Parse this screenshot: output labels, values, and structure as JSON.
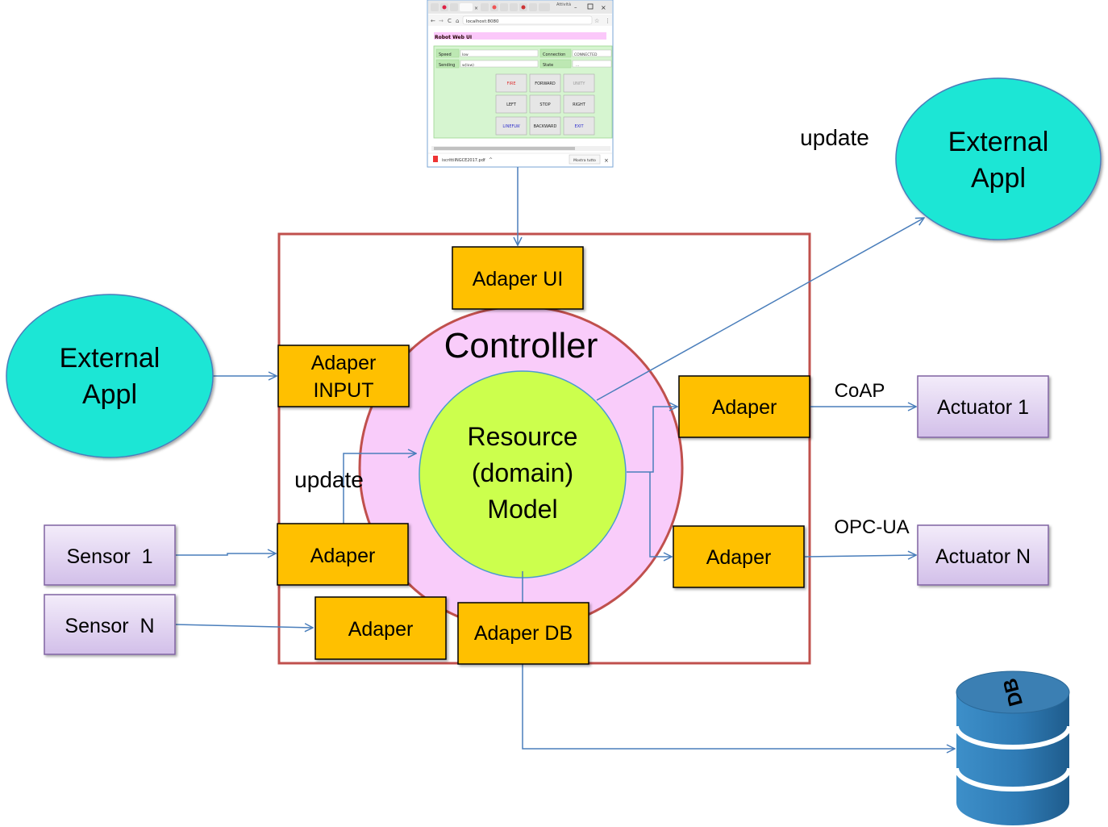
{
  "screenshot": {
    "title": "Robot Web UI",
    "url": "localhost:8080",
    "window_title": "Attività",
    "fields": {
      "speed_label": "Speed",
      "speed_value": "low",
      "connection_label": "Connection",
      "connection_value": "CONNECTED",
      "sending_label": "Sending",
      "sending_value": "w(low)",
      "state_label": "State",
      "state_value": "..."
    },
    "buttons": [
      "FIRE",
      "FORWARD",
      "UNITY",
      "LEFT",
      "STOP",
      "RIGHT",
      "LINEFLW",
      "BACKWARD",
      "EXIT"
    ],
    "download_file": "iscrittiINGCE2017.pdf",
    "show_all": "Mostra tutto"
  },
  "nodes": {
    "adapter_ui": "Adaper UI",
    "controller": "Controller",
    "adapter_input_line1": "Adaper",
    "adapter_input_line2": "INPUT",
    "model_line1": "Resource",
    "model_line2": "(domain)",
    "model_line3": "Model",
    "adapter_actuator1": "Adaper",
    "adapter_actuatorN": "Adaper",
    "adapter_sensor1": "Adaper",
    "adapter_sensorN": "Adaper",
    "adapter_db": "Adaper DB",
    "external_left_line1": "External",
    "external_left_line2": "Appl",
    "external_right_line1": "External",
    "external_right_line2": "Appl",
    "sensor1": "Sensor  1",
    "sensorN": "Sensor  N",
    "actuator1": "Actuator 1",
    "actuatorN": "Actuator N",
    "db_label": "DB"
  },
  "edge_labels": {
    "update_right": "update",
    "update_left": "update",
    "coap": "CoAP",
    "opcua": "OPC-UA"
  },
  "colors": {
    "adapter_fill": "#ffc000",
    "controller_fill": "#f9ccfa",
    "controller_stroke": "#c0504d",
    "model_fill": "#ccff4d",
    "external_fill": "#1ee6d5",
    "device_fill_top": "#efe6f7",
    "device_fill_bottom": "#d3c0ea",
    "device_stroke": "#8064a2",
    "arrow": "#4a7ebb",
    "db_fill": "#2f7fb8"
  }
}
